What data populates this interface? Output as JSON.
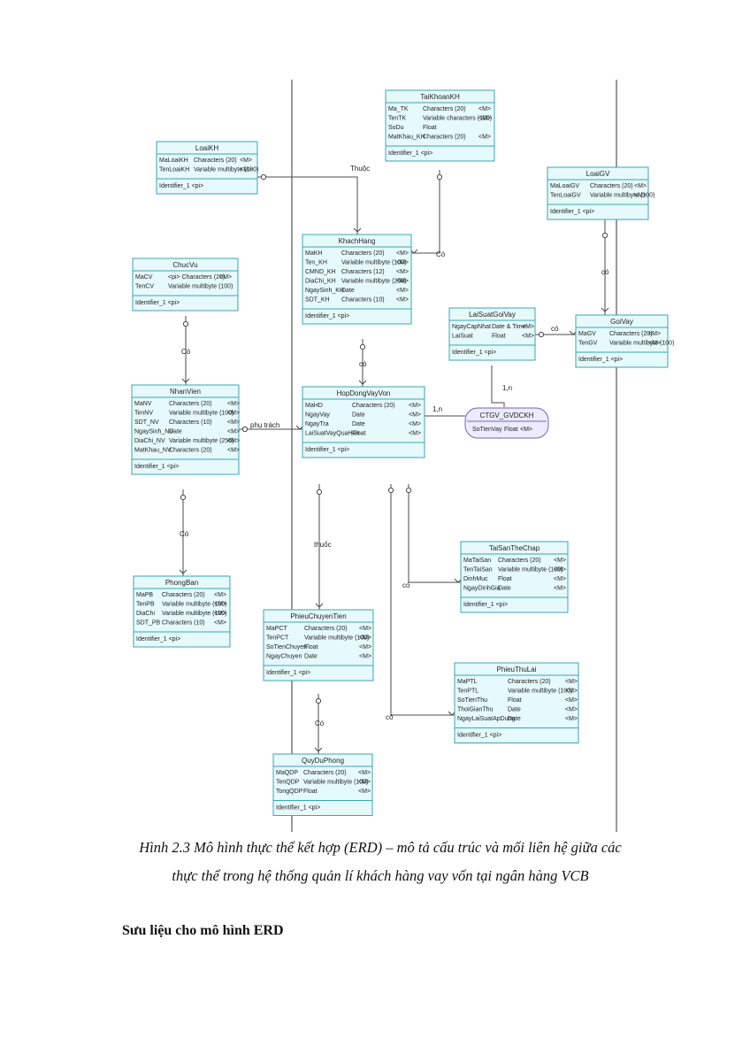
{
  "diagram": {
    "entities": [
      {
        "id": "taikhoankh",
        "title": "TaiKhoanKH",
        "attrs": [
          [
            "Ma_TK",
            "Characters (20)",
            "<M>"
          ],
          [
            "TenTK",
            "Variable characters (100)",
            "<M>"
          ],
          [
            "SoDu",
            "Float",
            ""
          ],
          [
            "MatKhau_KH",
            "Characters (20)",
            "<M>"
          ]
        ],
        "identifier": "Identifier_1 <pi>"
      },
      {
        "id": "loaikh",
        "title": "LoaiKH",
        "attrs": [
          [
            "MaLoaiKH",
            "Characters (20)",
            "<M>"
          ],
          [
            "TenLoaiKH",
            "Variable multibyte (100)",
            "<M>"
          ]
        ],
        "identifier": "Identifier_1 <pi>"
      },
      {
        "id": "loaigv",
        "title": "LoaiGV",
        "attrs": [
          [
            "MaLoaiGV",
            "Characters (20)",
            "<M>"
          ],
          [
            "TenLoaiGV",
            "Variable multibyte (100)",
            "<M>"
          ]
        ],
        "identifier": "Identifier_1 <pi>"
      },
      {
        "id": "khachhang",
        "title": "KhachHang",
        "attrs": [
          [
            "MaKH",
            "Characters (20)",
            "<M>"
          ],
          [
            "Ten_KH",
            "Variable multibyte (100)",
            "<M>"
          ],
          [
            "CMND_KH",
            "Characters (12)",
            "<M>"
          ],
          [
            "DiaChi_KH",
            "Variable multibyte (256)",
            "<M>"
          ],
          [
            "NgaySinh_KH",
            "Date",
            "<M>"
          ],
          [
            "SDT_KH",
            "Characters (10)",
            "<M>"
          ]
        ],
        "identifier": "Identifier_1 <pi>"
      },
      {
        "id": "chucvu",
        "title": "ChucVu",
        "attrs": [
          [
            "MaCV",
            "<pi> Characters (20)",
            "<M>"
          ],
          [
            "TenCV",
            "Variable multibyte (100)",
            ""
          ]
        ],
        "identifier": "Identifier_1 <pi>"
      },
      {
        "id": "laisuatgoivay",
        "title": "LaiSuatGoiVay",
        "attrs": [
          [
            "NgayCapNhat",
            "Date & Time",
            "<M>"
          ],
          [
            "LaiSuat",
            "Float",
            "<M>"
          ]
        ],
        "identifier": "Identifier_1 <pi>"
      },
      {
        "id": "goivay",
        "title": "GoiVay",
        "attrs": [
          [
            "MaGV",
            "Characters (20)",
            "<M>"
          ],
          [
            "TenGV",
            "Variable multibyte (100)",
            "<M>"
          ]
        ],
        "identifier": "Identifier_1 <pi>"
      },
      {
        "id": "nhanvien",
        "title": "NhanVien",
        "attrs": [
          [
            "MaNV",
            "Characters (20)",
            "<M>"
          ],
          [
            "TenNV",
            "Variable multibyte (100)",
            "<M>"
          ],
          [
            "SDT_NV",
            "Characters (10)",
            "<M>"
          ],
          [
            "NgaySinh_NV",
            "Date",
            "<M>"
          ],
          [
            "DiaChi_NV",
            "Variable multibyte (256)",
            "<M>"
          ],
          [
            "MatKhau_NV",
            "Characters (20)",
            "<M>"
          ]
        ],
        "identifier": "Identifier_1 <pi>"
      },
      {
        "id": "hopdongvayvon",
        "title": "HopDongVayVon",
        "attrs": [
          [
            "MaHD",
            "Characters (20)",
            "<M>"
          ],
          [
            "NgayVay",
            "Date",
            "<M>"
          ],
          [
            "NgayTra",
            "Date",
            "<M>"
          ],
          [
            "LaiSuatVayQuaHan",
            "Float",
            "<M>"
          ]
        ],
        "identifier": "Identifier_1 <pi>"
      },
      {
        "id": "phongban",
        "title": "PhongBan",
        "attrs": [
          [
            "MaPB",
            "Characters (20)",
            "<M>"
          ],
          [
            "TenPB",
            "Variable multibyte (100)",
            "<M>"
          ],
          [
            "DiaChi",
            "Variable multibyte (100)",
            "<M>"
          ],
          [
            "SDT_PB",
            "Characters (10)",
            "<M>"
          ]
        ],
        "identifier": "Identifier_1 <pi>"
      },
      {
        "id": "taisanthechap",
        "title": "TaiSanTheChap",
        "attrs": [
          [
            "MaTaiSan",
            "Characters (20)",
            "<M>"
          ],
          [
            "TenTaiSan",
            "Variable multibyte (100)",
            "<M>"
          ],
          [
            "DinhMuc",
            "Float",
            "<M>"
          ],
          [
            "NgayDinhGia",
            "Date",
            "<M>"
          ]
        ],
        "identifier": "Identifier_1 <pi>"
      },
      {
        "id": "phieuchuyentien",
        "title": "PhieuChuyenTien",
        "attrs": [
          [
            "MaPCT",
            "Characters (20)",
            "<M>"
          ],
          [
            "TenPCT",
            "Variable multibyte (100)",
            "<M>"
          ],
          [
            "SoTienChuyen",
            "Float",
            "<M>"
          ],
          [
            "NgayChuyen",
            "Date",
            "<M>"
          ]
        ],
        "identifier": "Identifier_1 <pi>"
      },
      {
        "id": "phieuthulai",
        "title": "PhieuThuLai",
        "attrs": [
          [
            "MaPTL",
            "Characters (20)",
            "<M>"
          ],
          [
            "TenPTL",
            "Variable multibyte (100)",
            "<M>"
          ],
          [
            "SoTienThu",
            "Float",
            "<M>"
          ],
          [
            "ThoiGianThu",
            "Date",
            "<M>"
          ],
          [
            "NgayLaiSuatApDung",
            "Date",
            "<M>"
          ]
        ],
        "identifier": "Identifier_1 <pi>"
      },
      {
        "id": "quyduphong",
        "title": "QuyDuPhong",
        "attrs": [
          [
            "MaQDP",
            "Characters (20)",
            "<M>"
          ],
          [
            "TenQDP",
            "Variable multibyte (100)",
            "<M>"
          ],
          [
            "TongQDP",
            "Float",
            "<M>"
          ]
        ],
        "identifier": "Identifier_1 <pi>"
      }
    ],
    "association": {
      "title": "CTGV_GVDCKH",
      "attrs": [
        [
          "SoTienVay",
          "Float",
          "<M>"
        ]
      ]
    },
    "relationships": [
      {
        "id": "thuoc-kh",
        "label": "Thuộc"
      },
      {
        "id": "co-tk",
        "label": "Có"
      },
      {
        "id": "co-gv",
        "label": "có"
      },
      {
        "id": "co-ls",
        "label": "có"
      },
      {
        "id": "co-cv",
        "label": "Có"
      },
      {
        "id": "co-hd",
        "label": "có"
      },
      {
        "id": "phutrach",
        "label": "phụ trách"
      },
      {
        "id": "co-pb",
        "label": "Có"
      },
      {
        "id": "thuoc-pct",
        "label": "thuốc"
      },
      {
        "id": "co-ts",
        "label": "có"
      },
      {
        "id": "co-ptl",
        "label": "có"
      },
      {
        "id": "co-qdp",
        "label": "Có"
      },
      {
        "id": "card-1",
        "label": "1,n"
      },
      {
        "id": "card-2",
        "label": "1,n"
      }
    ]
  },
  "caption": {
    "line1": "Hình 2.3 Mô hình thực thể kết hợp (ERD) – mô tả cấu trúc và mối liên hệ giữa các",
    "line2": "thực thể trong hệ thống quản lí khách hàng vay vốn tại ngân hàng VCB"
  },
  "section_heading": "Sưu liệu cho mô hình ERD",
  "colors": {
    "entity_fill": "#e6f9fb",
    "entity_border": "#3aa5b5",
    "line": "#4a4a4a",
    "association_fill": "#ecebff",
    "association_border": "#6a6ab5"
  }
}
